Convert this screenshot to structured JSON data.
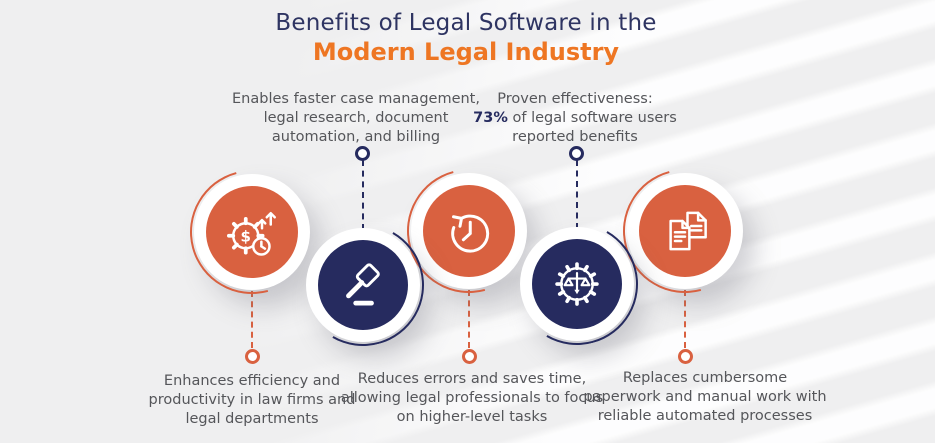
{
  "title": {
    "line1": "Benefits of Legal Software in the",
    "line2": "Modern Legal Industry"
  },
  "colors": {
    "navy": "#262b5f",
    "orange": "#d96140",
    "title-navy": "#2e3462",
    "title-orange": "#ee7623",
    "text-gray": "#55565a",
    "bg": "#efeff0"
  },
  "top_notes": [
    {
      "lines": [
        "Enables faster case management,",
        "legal research, document",
        "automation, and billing"
      ]
    },
    {
      "line1": "Proven effectiveness:",
      "stat": "73%",
      "line2_rest": " of legal software users",
      "line3": "reported benefits"
    }
  ],
  "steps": [
    {
      "icon": "gear-dollar-growth-clock-icon",
      "color_role": "orange"
    },
    {
      "icon": "gavel-icon",
      "color_role": "navy"
    },
    {
      "icon": "time-rewind-clock-icon",
      "color_role": "orange"
    },
    {
      "icon": "gear-justice-scale-icon",
      "color_role": "navy"
    },
    {
      "icon": "documents-icon",
      "color_role": "orange"
    }
  ],
  "bottom_notes": [
    {
      "lines": [
        "Enhances efficiency and",
        "productivity in law firms and",
        "legal departments"
      ]
    },
    {
      "lines": [
        "Reduces errors and saves time,",
        "allowing legal professionals to focus",
        "on higher-level tasks"
      ]
    },
    {
      "lines": [
        "Replaces cumbersome",
        "paperwork and manual work with",
        "reliable automated processes"
      ]
    }
  ]
}
